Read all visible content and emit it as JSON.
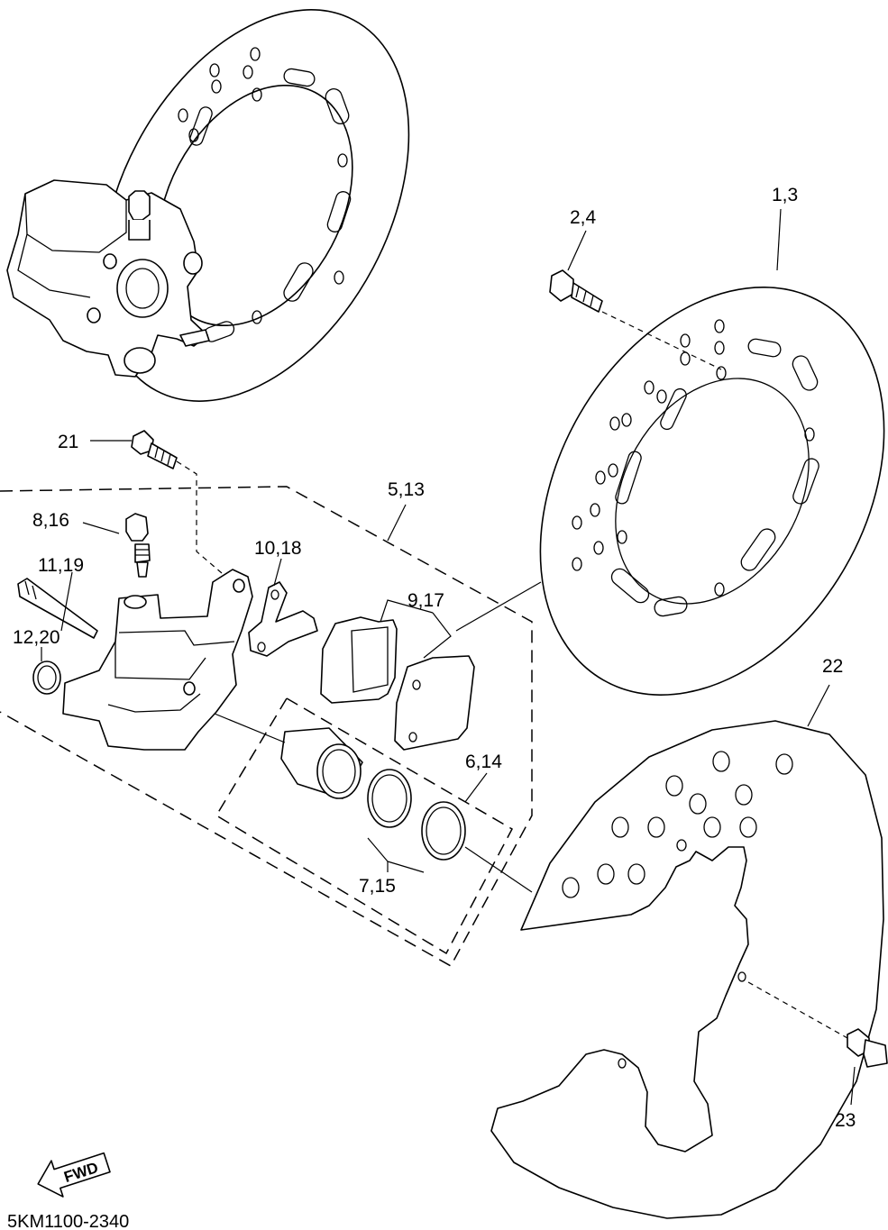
{
  "diagram": {
    "code": "5KM1100-2340",
    "direction_badge": "FWD",
    "callouts": {
      "c1_3": "1,3",
      "c2_4": "2,4",
      "c5_13": "5,13",
      "c6_14": "6,14",
      "c7_15": "7,15",
      "c8_16": "8,16",
      "c9_17": "9,17",
      "c10_18": "10,18",
      "c11_19": "11,19",
      "c12_20": "12,20",
      "c21": "21",
      "c22": "22",
      "c23": "23"
    }
  }
}
